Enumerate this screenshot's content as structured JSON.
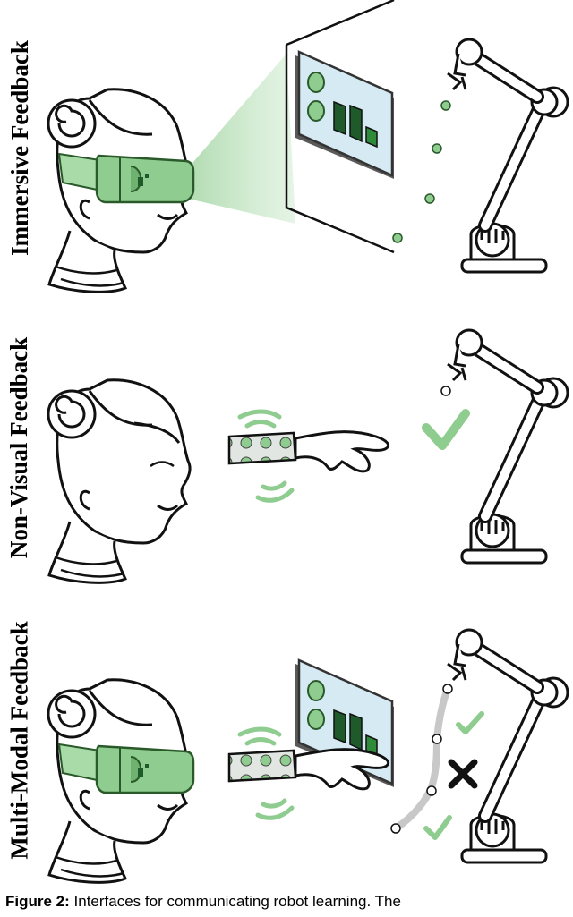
{
  "labels": {
    "immersive": "Immersive Feedback",
    "nonvisual": "Non-Visual Feedback",
    "multimodal": "Multi-Modal Feedback"
  },
  "caption": {
    "figure_number": "Figure 2:",
    "text": "Interfaces for communicating robot learning. The"
  },
  "colors": {
    "green_fill": "#8fcc8f",
    "green_light": "#cdeacd",
    "green_dark": "#1e5a2a",
    "screen_bg": "#d6eaf3",
    "gray_path": "#c8c8c8"
  },
  "icons": {
    "correct": "check-mark-icon",
    "incorrect": "x-mark-icon"
  }
}
